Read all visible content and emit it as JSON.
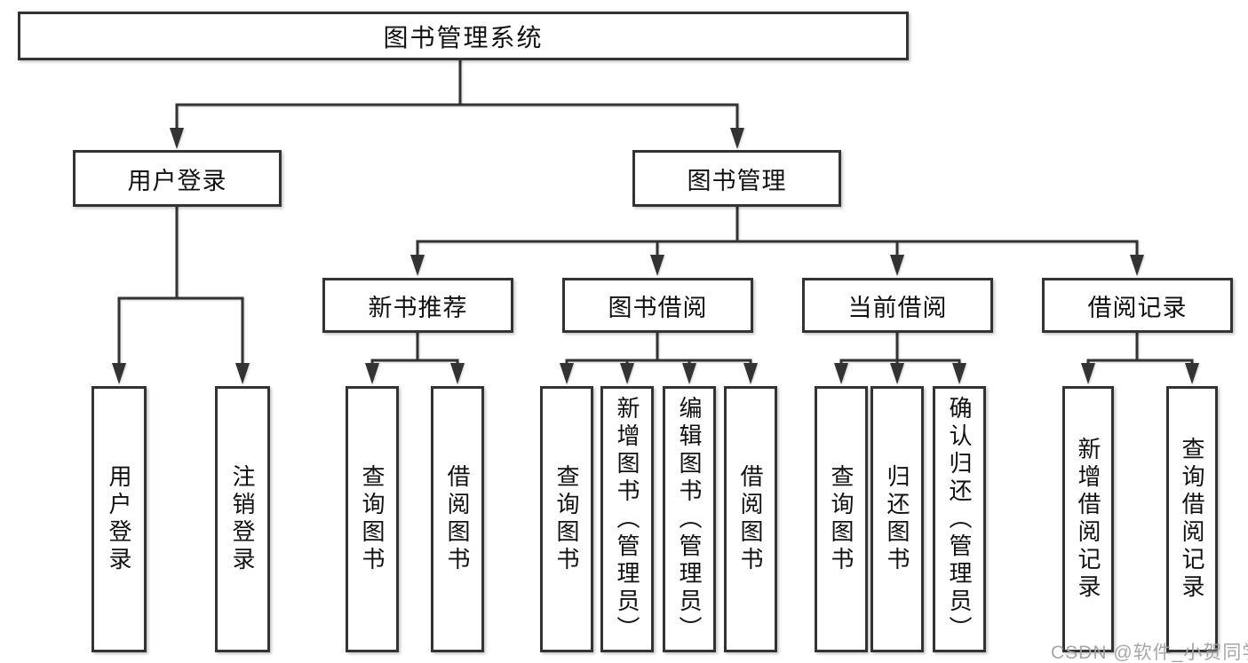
{
  "nodes": {
    "root": {
      "label": "图书管理系统"
    },
    "level2": {
      "user_login": {
        "label": "用户登录"
      },
      "book_mgmt": {
        "label": "图书管理"
      }
    },
    "level3": {
      "new_book_rec": {
        "label": "新书推荐"
      },
      "book_borrow": {
        "label": "图书借阅"
      },
      "current_borrow": {
        "label": "当前借阅"
      },
      "borrow_records": {
        "label": "借阅记录"
      }
    },
    "level4": {
      "ul_user_login": {
        "label": "用户登录"
      },
      "ul_logout": {
        "label": "注销登录"
      },
      "nbr_query_book": {
        "label": "查询图书"
      },
      "nbr_borrow_book": {
        "label": "借阅图书"
      },
      "bb_query_book": {
        "label": "查询图书"
      },
      "bb_add_book": {
        "label": "新增图书（管理员）"
      },
      "bb_edit_book": {
        "label": "编辑图书（管理员）"
      },
      "bb_borrow_book": {
        "label": "借阅图书"
      },
      "cb_query_book": {
        "label": "查询图书"
      },
      "cb_return_book": {
        "label": "归还图书"
      },
      "cb_confirm_return": {
        "label": "确认归还（管理员）"
      },
      "br_add_record": {
        "label": "新增借阅记录"
      },
      "br_query_record": {
        "label": "查询借阅记录"
      }
    }
  },
  "edges": [
    [
      "图书管理系统",
      "用户登录"
    ],
    [
      "图书管理系统",
      "图书管理"
    ],
    [
      "用户登录",
      "用户登录"
    ],
    [
      "用户登录",
      "注销登录"
    ],
    [
      "图书管理",
      "新书推荐"
    ],
    [
      "图书管理",
      "图书借阅"
    ],
    [
      "图书管理",
      "当前借阅"
    ],
    [
      "图书管理",
      "借阅记录"
    ],
    [
      "新书推荐",
      "查询图书"
    ],
    [
      "新书推荐",
      "借阅图书"
    ],
    [
      "图书借阅",
      "查询图书"
    ],
    [
      "图书借阅",
      "新增图书（管理员）"
    ],
    [
      "图书借阅",
      "编辑图书（管理员）"
    ],
    [
      "图书借阅",
      "借阅图书"
    ],
    [
      "当前借阅",
      "查询图书"
    ],
    [
      "当前借阅",
      "归还图书"
    ],
    [
      "当前借阅",
      "确认归还（管理员）"
    ],
    [
      "借阅记录",
      "新增借阅记录"
    ],
    [
      "借阅记录",
      "查询借阅记录"
    ]
  ],
  "watermark": "CSDN @软件_小贺同学",
  "colors": {
    "line": "#333333",
    "box_border": "#333333",
    "box_fill": "#ffffff",
    "text": "#111111",
    "background": "#ffffff",
    "watermark": "#a2a2a2"
  }
}
